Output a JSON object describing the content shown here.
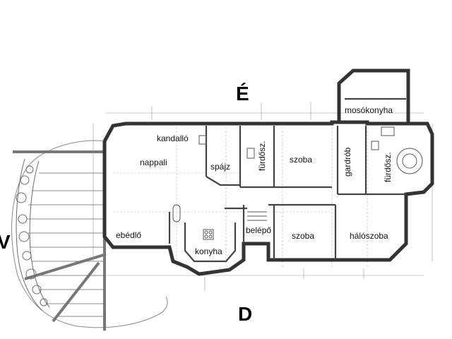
{
  "directions": {
    "north": "É",
    "south": "D",
    "west": "V"
  },
  "rooms": {
    "laundry": "mosókonyha",
    "fireplace": "kandalló",
    "living": "nappali",
    "pantry": "spájz",
    "bath_left": "fürdősz.",
    "room_north": "szoba",
    "wardrobe": "gardrób",
    "bath_right": "fürdősz.",
    "dining": "ebédlő",
    "kitchen": "konyha",
    "entrance": "belépő",
    "room_south": "szoba",
    "bedroom": "hálószoba"
  },
  "colors": {
    "walls": "#333333",
    "dimension_lines": "#9a9a9a",
    "background": "#ffffff"
  }
}
